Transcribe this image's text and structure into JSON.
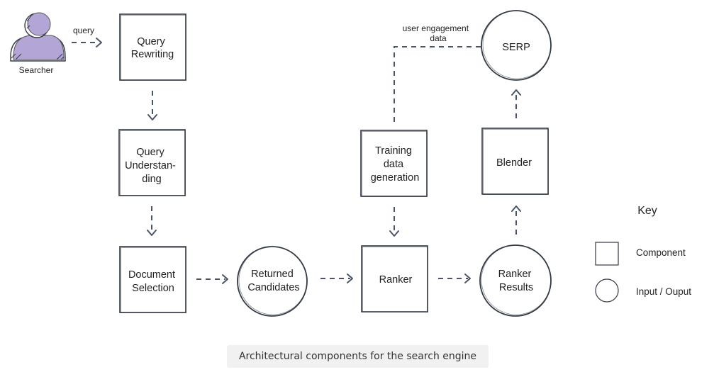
{
  "searcher": {
    "label": "Searcher",
    "query_label": "query"
  },
  "nodes": {
    "query_rewriting": [
      "Query",
      "Rewriting"
    ],
    "query_understanding": [
      "Query",
      "Understan-",
      "ding"
    ],
    "document_selection": [
      "Document",
      "Selection"
    ],
    "returned_candidates": [
      "Returned",
      "Candidates"
    ],
    "ranker": [
      "Ranker"
    ],
    "ranker_results": [
      "Ranker",
      "Results"
    ],
    "training_data_generation": [
      "Training",
      "data",
      "generation"
    ],
    "blender": [
      "Blender"
    ],
    "serp": [
      "SERP"
    ]
  },
  "engagement_label": [
    "user engagement",
    "data"
  ],
  "key": {
    "title": "Key",
    "component": "Component",
    "io": "Input / Ouput"
  },
  "caption": "Architectural components for the search engine",
  "colors": {
    "stroke": "#333a45",
    "arrow": "#4a5468",
    "user": "#b3a5d5"
  }
}
